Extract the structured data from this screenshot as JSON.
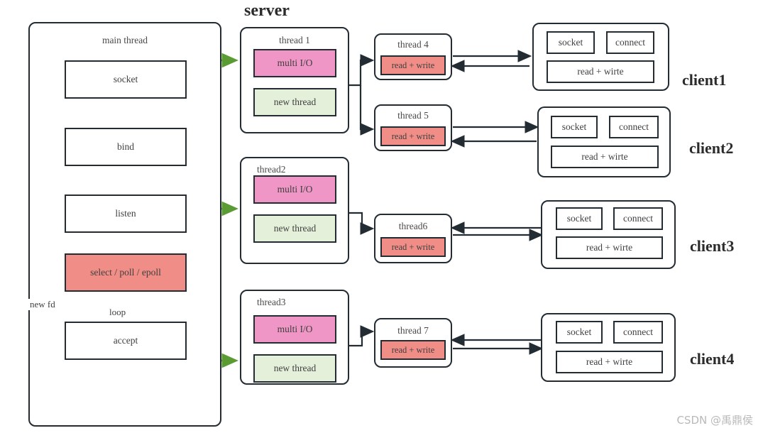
{
  "title": "server",
  "watermark": "CSDN @禹鼎侯",
  "main_thread": {
    "title": "main  thread",
    "steps": [
      {
        "label": "socket",
        "style": "plain"
      },
      {
        "label": "bind",
        "style": "plain"
      },
      {
        "label": "listen",
        "style": "plain"
      },
      {
        "label": "select / poll / epoll",
        "style": "salmon"
      },
      {
        "label": "accept",
        "style": "plain"
      }
    ],
    "edge_labels": {
      "new_fd": "new fd",
      "loop": "loop"
    }
  },
  "worker_threads": [
    {
      "title": "thread 1",
      "multi_io": "multi I/O",
      "new_thread": "new thread"
    },
    {
      "title": "thread2",
      "multi_io": "multi I/O",
      "new_thread": "new thread"
    },
    {
      "title": "thread3",
      "multi_io": "multi I/O",
      "new_thread": "new thread"
    }
  ],
  "io_threads": [
    {
      "title": "thread 4",
      "task": "read + write"
    },
    {
      "title": "thread 5",
      "task": "read + write"
    },
    {
      "title": "thread6",
      "task": "read + write"
    },
    {
      "title": "thread 7",
      "task": "read + write"
    }
  ],
  "clients": [
    {
      "label": "client1",
      "socket": "socket",
      "connect": "connect",
      "rw": "read  + wirte"
    },
    {
      "label": "client2",
      "socket": "socket",
      "connect": "connect",
      "rw": "read  + wirte"
    },
    {
      "label": "client3",
      "socket": "socket",
      "connect": "connect",
      "rw": "read  + wirte"
    },
    {
      "label": "client4",
      "socket": "socket",
      "connect": "connect",
      "rw": "read  + wirte"
    }
  ],
  "colors": {
    "stroke": "#232b33",
    "green_arrow": "#5b9b34",
    "pink": "#ef96c6",
    "light_green": "#e4f0da",
    "salmon": "#f08d86",
    "watermark": "#b9b9b9"
  }
}
